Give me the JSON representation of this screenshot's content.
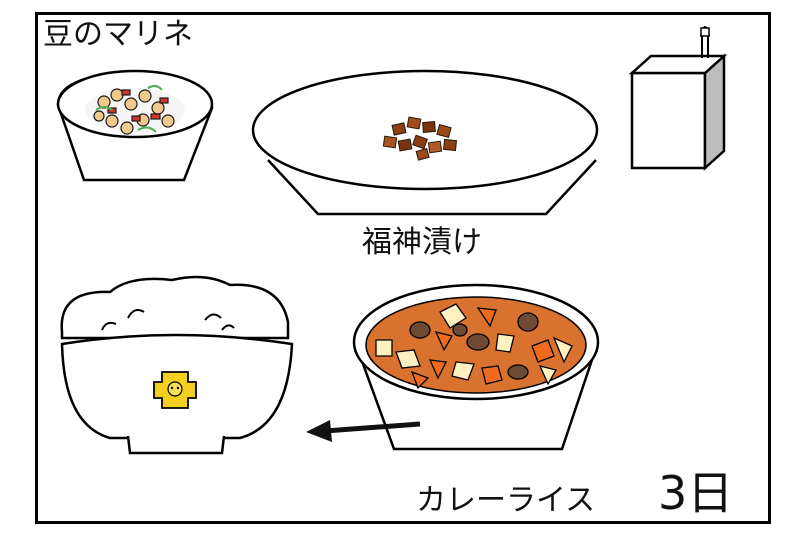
{
  "menu": {
    "marinade_label": "豆のマリネ",
    "fukujin_label": "福神漬け",
    "curry_label": "カレーライス",
    "date_label": "3日"
  },
  "colors": {
    "curry_sauce": "#d9712f",
    "carrot": "#f06a1e",
    "potato": "#fff0c0",
    "meat": "#6e4a32",
    "pickle": "#8a3f14",
    "rice_badge": "#f3d020"
  },
  "icons": {
    "milk": "milk-carton-icon",
    "arrow": "arrow-left-icon"
  }
}
